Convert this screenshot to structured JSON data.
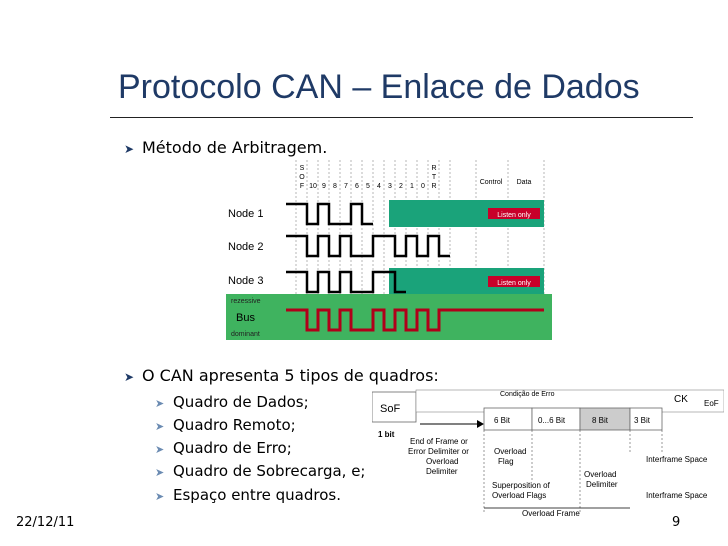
{
  "slide": {
    "title": "Protocolo CAN – Enlace de Dados",
    "bullet1": "Método de Arbitragem.",
    "bullet2": "O CAN apresenta 5 tipos de quadros:",
    "subitems": [
      "Quadro de Dados;",
      "Quadro Remoto;",
      "Quadro de Erro;",
      "Quadro de Sobrecarga, e;",
      "Espaço entre quadros."
    ],
    "date": "22/12/11",
    "page": "9"
  },
  "arbitration_diagram": {
    "header_sof": [
      "S",
      "O",
      "F"
    ],
    "bits": [
      "10",
      "9",
      "8",
      "7",
      "6",
      "5",
      "4",
      "3",
      "2",
      "1",
      "0"
    ],
    "header_rtr": [
      "R",
      "T",
      "R"
    ],
    "control": "Control",
    "data": "Data",
    "nodes": [
      "Node 1",
      "Node 2",
      "Node 3"
    ],
    "bus": "Bus",
    "rezessive": "rezessive",
    "dominant": "dominant",
    "listen_only": "Listen only",
    "colors": {
      "green": "#1aa37a",
      "bus_bg": "#3fb35f",
      "bus_line": "#b0001a"
    }
  },
  "overload_diagram": {
    "condicao": "Condição de Erro",
    "sof": "SoF",
    "one_bit": "1 bit",
    "ck": "CK",
    "eof": "EoF",
    "six_bit": "6 Bit",
    "zero_six_bit": "0...6 Bit",
    "eight_bit": "8 Bit",
    "three_bit": "3 Bit",
    "end_of_frame": [
      "End of Frame or",
      "Error Delimiter or",
      "Overload",
      "Delimiter"
    ],
    "overload_flag": [
      "Overload",
      "Flag"
    ],
    "overload_delimiter": [
      "Overload",
      "Delimiter"
    ],
    "interframe_space": "Interframe Space",
    "superposition": [
      "Superposition of",
      "Overload Flags"
    ],
    "overload_frame": "Overload Frame"
  }
}
